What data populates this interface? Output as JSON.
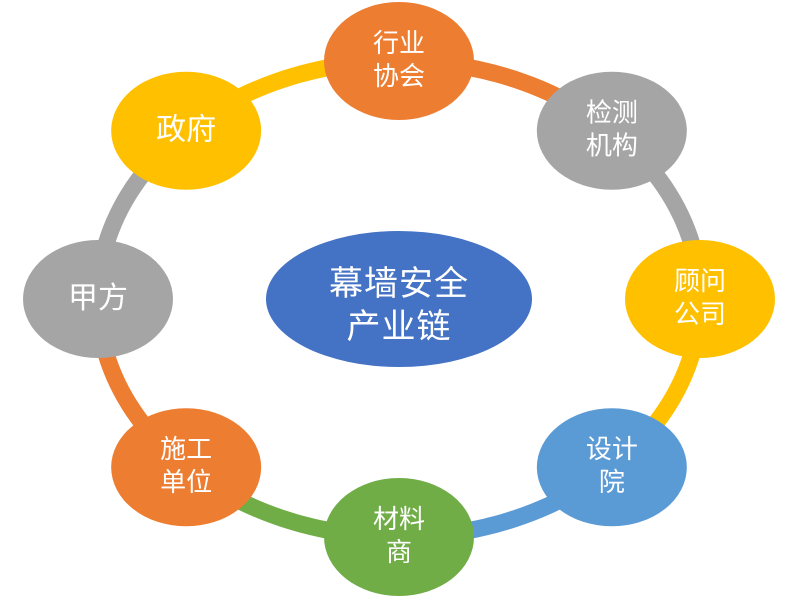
{
  "diagram": {
    "title": "幕墙安全产业链",
    "type": "cycle-diagram",
    "center": {
      "label_line1": "幕墙安全",
      "label_line2": "产业链",
      "color": "#4472C4",
      "text_color": "#FFFFFF"
    },
    "nodes": [
      {
        "id": "industry-association",
        "label_line1": "行业",
        "label_line2": "协会",
        "color": "#ED7D31",
        "angle_deg": 270,
        "lines": 2
      },
      {
        "id": "testing-institution",
        "label_line1": "检测",
        "label_line2": "机构",
        "color": "#A5A5A5",
        "angle_deg": 315,
        "lines": 2
      },
      {
        "id": "consulting-company",
        "label_line1": "顾问",
        "label_line2": "公司",
        "color": "#FFC000",
        "angle_deg": 0,
        "lines": 2
      },
      {
        "id": "design-institute",
        "label_line1": "设计",
        "label_line2": "院",
        "color": "#5B9BD5",
        "angle_deg": 45,
        "lines": 2
      },
      {
        "id": "material-supplier",
        "label_line1": "材料",
        "label_line2": "商",
        "color": "#70AD47",
        "angle_deg": 90,
        "lines": 2
      },
      {
        "id": "construction-unit",
        "label_line1": "施工",
        "label_line2": "单位",
        "color": "#ED7D31",
        "angle_deg": 135,
        "lines": 2
      },
      {
        "id": "party-a",
        "label_line1": "甲方",
        "label_line2": "",
        "color": "#A5A5A5",
        "angle_deg": 180,
        "lines": 1
      },
      {
        "id": "government",
        "label_line1": "政府",
        "label_line2": "",
        "color": "#FFC000",
        "angle_deg": 225,
        "lines": 1
      }
    ],
    "arcs": [
      {
        "id": "arc-association-to-testing",
        "from": "industry-association",
        "to": "testing-institution",
        "color": "#ED7D31"
      },
      {
        "id": "arc-testing-to-consulting",
        "from": "testing-institution",
        "to": "consulting-company",
        "color": "#A5A5A5"
      },
      {
        "id": "arc-consulting-to-design",
        "from": "consulting-company",
        "to": "design-institute",
        "color": "#FFC000"
      },
      {
        "id": "arc-design-to-material",
        "from": "design-institute",
        "to": "material-supplier",
        "color": "#5B9BD5"
      },
      {
        "id": "arc-material-to-construction",
        "from": "material-supplier",
        "to": "construction-unit",
        "color": "#70AD47"
      },
      {
        "id": "arc-construction-to-partya",
        "from": "construction-unit",
        "to": "party-a",
        "color": "#ED7D31"
      },
      {
        "id": "arc-partya-to-government",
        "from": "party-a",
        "to": "government",
        "color": "#A5A5A5"
      },
      {
        "id": "arc-government-to-association",
        "from": "government",
        "to": "industry-association",
        "color": "#FFC000"
      }
    ],
    "background_color": "#FFFFFF"
  }
}
